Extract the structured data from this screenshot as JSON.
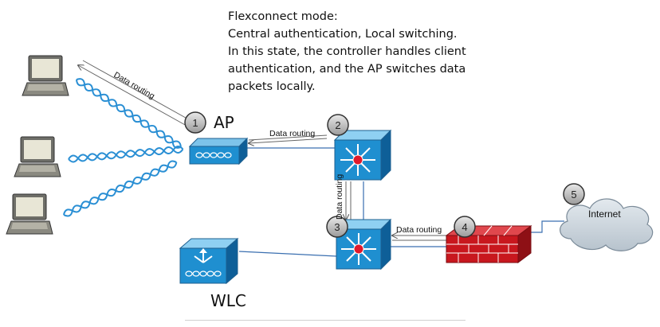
{
  "description": {
    "heading": "Flexconnect mode:",
    "lines": [
      "Central authentication, Local switching.",
      "In this state, the controller handles client",
      "authentication, and the AP switches data",
      "packets locally."
    ]
  },
  "labels": {
    "ap": "AP",
    "wlc": "WLC",
    "internet": "Internet",
    "route_client": "Data routing",
    "route_ap": "Data routing",
    "route_vertical": "Data routing",
    "route_firewall": "Data routing"
  },
  "steps": [
    "1",
    "2",
    "3",
    "4",
    "5"
  ],
  "colors": {
    "switch_blue": "#1f8fd0",
    "switch_dark": "#0e5f98",
    "firewall_red": "#c8171e",
    "cloud": "#c9d3dc",
    "wave": "#2a8fd4",
    "link": "#3a6fb0"
  },
  "icons": [
    "laptop-icon",
    "access-point-icon",
    "switch-icon",
    "wlc-icon",
    "firewall-icon",
    "cloud-icon"
  ]
}
